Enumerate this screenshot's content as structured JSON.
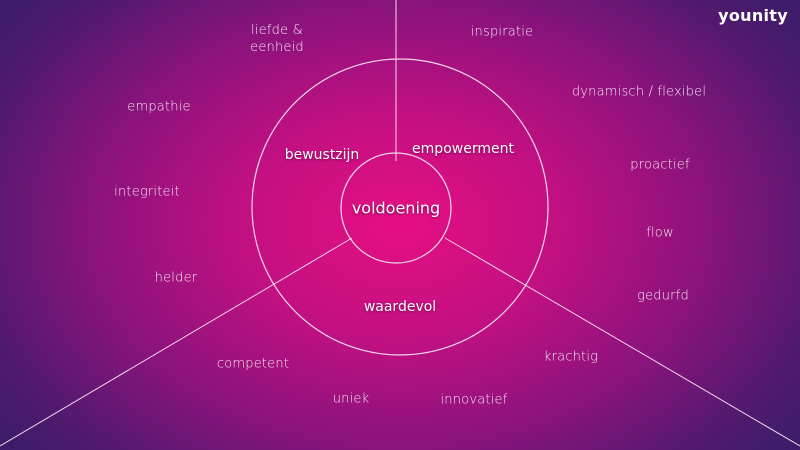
{
  "brand": {
    "logo_text": "younity"
  },
  "center": {
    "label": "voldoening"
  },
  "segments": {
    "top_left": "bewustzijn",
    "top_right": "empowerment",
    "bottom": "waardevol"
  },
  "words": {
    "liefde_eenheid": "liefde &\neenheid",
    "inspiratie": "inspiratie",
    "empathie": "empathie",
    "dynamisch": "dynamisch / flexibel",
    "proactief": "proactief",
    "integriteit": "integriteit",
    "flow": "flow",
    "helder": "helder",
    "gedurfd": "gedurfd",
    "competent": "competent",
    "krachtig": "krachtig",
    "uniek": "uniek",
    "innovatief": "innovatief"
  },
  "colors": {
    "center_pink": "#e60f82",
    "edge_purple": "#3e1c6a",
    "line_white": "#f3d6ea"
  }
}
